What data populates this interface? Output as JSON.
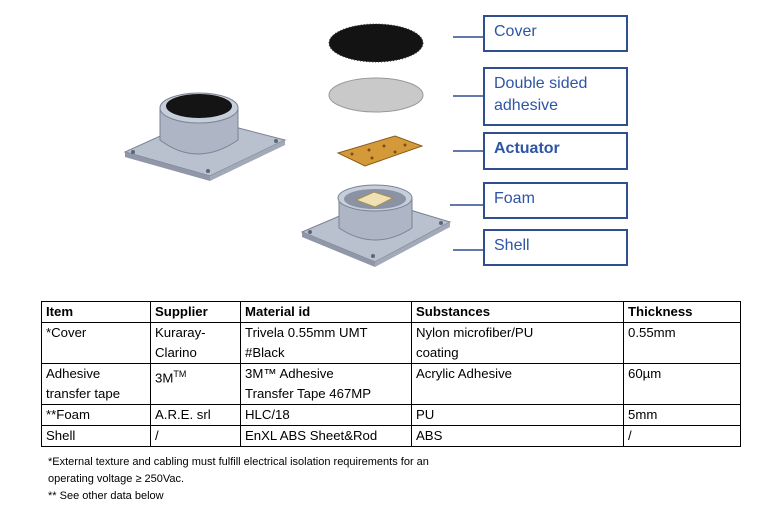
{
  "labels": {
    "cover": "Cover",
    "adhesive_line1": "Double sided",
    "adhesive_line2": "adhesive",
    "actuator": "Actuator",
    "foam": "Foam",
    "shell": "Shell"
  },
  "table": {
    "headers": [
      "Item",
      "Supplier",
      "Material id",
      "Substances",
      "Thickness"
    ],
    "rows": [
      {
        "item": [
          "*Cover"
        ],
        "supplier": [
          "Kuraray-",
          "Clarino"
        ],
        "material": [
          "Trivela 0.55mm UMT",
          "#Black"
        ],
        "substances": [
          "Nylon microfiber/PU",
          "coating"
        ],
        "thickness": "0.55mm"
      },
      {
        "item": [
          "Adhesive",
          "transfer tape"
        ],
        "supplier_text": "3M",
        "supplier_sup": "TM",
        "material": [
          "3M™ Adhesive",
          "Transfer Tape 467MP"
        ],
        "substances": [
          "Acrylic Adhesive"
        ],
        "thickness": "60µm"
      },
      {
        "item": [
          "**Foam"
        ],
        "supplier": [
          "A.R.E. srl"
        ],
        "material": [
          "HLC/18"
        ],
        "substances": [
          "PU"
        ],
        "thickness": "5mm"
      },
      {
        "item": [
          "Shell"
        ],
        "supplier": [
          "/"
        ],
        "material": [
          "EnXL ABS Sheet&Rod"
        ],
        "substances": [
          "ABS"
        ],
        "thickness": "/"
      }
    ]
  },
  "footnotes": {
    "line1": "*External texture and cabling must fulfill electrical isolation requirements for an",
    "line2": "operating voltage ≥ 250Vac.",
    "line3": "** See other data below"
  },
  "colors": {
    "box_border": "#2f4f8f",
    "label_text": "#2e55a3",
    "shell_grey": "#b4bccb",
    "actuator_gold": "#d49a3a"
  }
}
